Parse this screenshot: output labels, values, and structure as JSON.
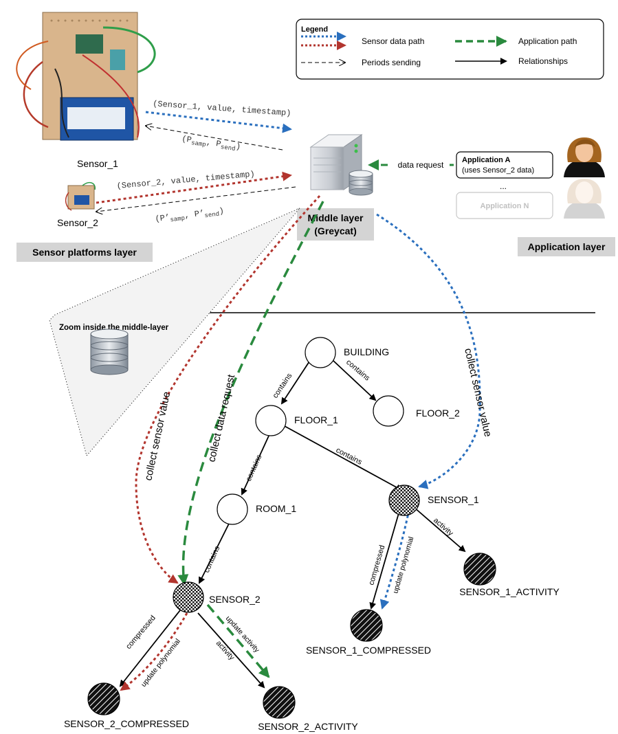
{
  "legend": {
    "title": "Legend",
    "sensor_data_path": "Sensor data path",
    "periods_sending": "Periods sending",
    "application_path": "Application path",
    "relationships": "Relationships"
  },
  "sensors": {
    "sensor1_label": "Sensor_1",
    "sensor2_label": "Sensor_2",
    "sensor1_msg": "(Sensor_1, value, timestamp)",
    "sensor1_period": {
      "open": "(P",
      "samp": "samp",
      "mid": ", P",
      "send": "send",
      "close": ")"
    },
    "sensor2_msg": "(Sensor_2, value, timestamp)",
    "sensor2_period": {
      "open": "(P’",
      "samp": "samp",
      "mid": ", P’",
      "send": "send",
      "close": ")"
    }
  },
  "layers": {
    "sensor_platforms": "Sensor platforms layer",
    "middle_line1": "Middle layer",
    "middle_line2": "(Greycat)",
    "application": "Application layer"
  },
  "applications": {
    "data_request": "data request",
    "app_a_title": "Application A",
    "app_a_sub": "(uses Sensor_2 data)",
    "ellipsis": "...",
    "app_n": "Application N"
  },
  "zoom_label": "Zoom inside the middle-layer",
  "paths": {
    "collect_sensor_value_left": "collect sensor value",
    "collect_data_request": "collect data request",
    "collect_sensor_value_right": "collect sensor value"
  },
  "graph": {
    "building": "BUILDING",
    "floor_1": "FLOOR_1",
    "floor_2": "FLOOR_2",
    "room_1": "ROOM_1",
    "sensor_1": "SENSOR_1",
    "sensor_2": "SENSOR_2",
    "sensor_1_activity": "SENSOR_1_ACTIVITY",
    "sensor_1_compressed": "SENSOR_1_COMPRESSED",
    "sensor_2_compressed": "SENSOR_2_COMPRESSED",
    "sensor_2_activity": "SENSOR_2_ACTIVITY",
    "edge_contains": "contains",
    "edge_compressed": "compressed",
    "edge_activity": "activity",
    "edge_update_polynomial": "update polynomial",
    "edge_update_activity": "update activity"
  },
  "colors": {
    "blue": "#2a6fbe",
    "red": "#b2352e",
    "green": "#2a8a3e",
    "layer_box": "#d4d4d4"
  }
}
